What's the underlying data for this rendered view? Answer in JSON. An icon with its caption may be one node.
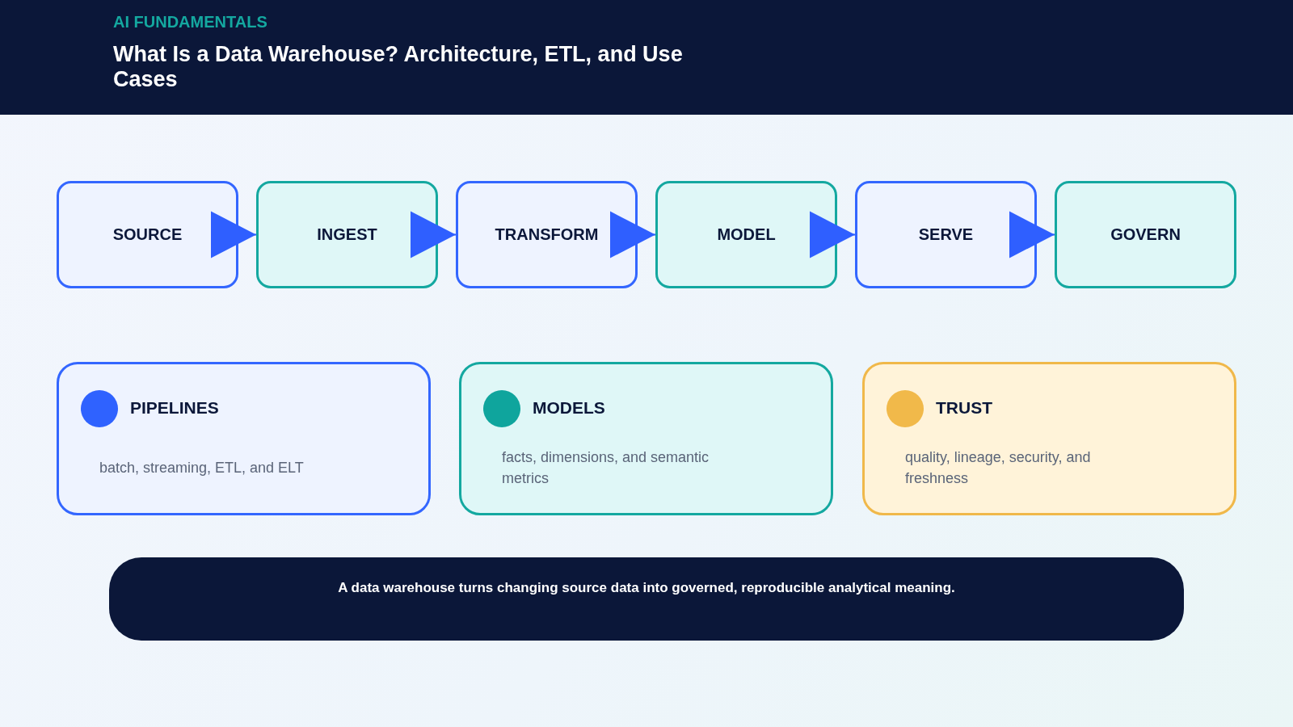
{
  "diagram": {
    "title": "What Is a Data Warehouse? Architecture, ETL, and Use Cases",
    "nodes": [
      {
        "text": [
          "SOURCE"
        ]
      },
      {
        "text": [
          "INGEST"
        ]
      },
      {
        "text": [
          "TRANSFORM"
        ]
      },
      {
        "text": [
          "MODEL"
        ]
      },
      {
        "text": [
          "SERVE"
        ]
      },
      {
        "text": [
          "GOVERN"
        ]
      },
      {
        "text": [
          "PIPELINES",
          "batch, streaming, ETL, and ELT"
        ]
      },
      {
        "text": [
          "MODELS",
          "facts, dimensions, and semantic metrics"
        ]
      },
      {
        "text": [
          "TRUST",
          "quality, lineage, security, and freshness"
        ]
      },
      {
        "text": [
          "A data warehouse turns changing source data into governed, reproducible analytical meaning."
        ]
      }
    ],
    "edges": [
      {
        "from": 0,
        "to": 1,
        "arrow": "to"
      },
      {
        "from": 1,
        "to": 2,
        "arrow": "to"
      },
      {
        "from": 2,
        "to": 3,
        "arrow": "to"
      },
      {
        "from": 3,
        "to": 4,
        "arrow": "to"
      },
      {
        "from": 4,
        "to": 5,
        "arrow": "to"
      }
    ],
    "labels": [
      "AI FUNDAMENTALS"
    ]
  }
}
